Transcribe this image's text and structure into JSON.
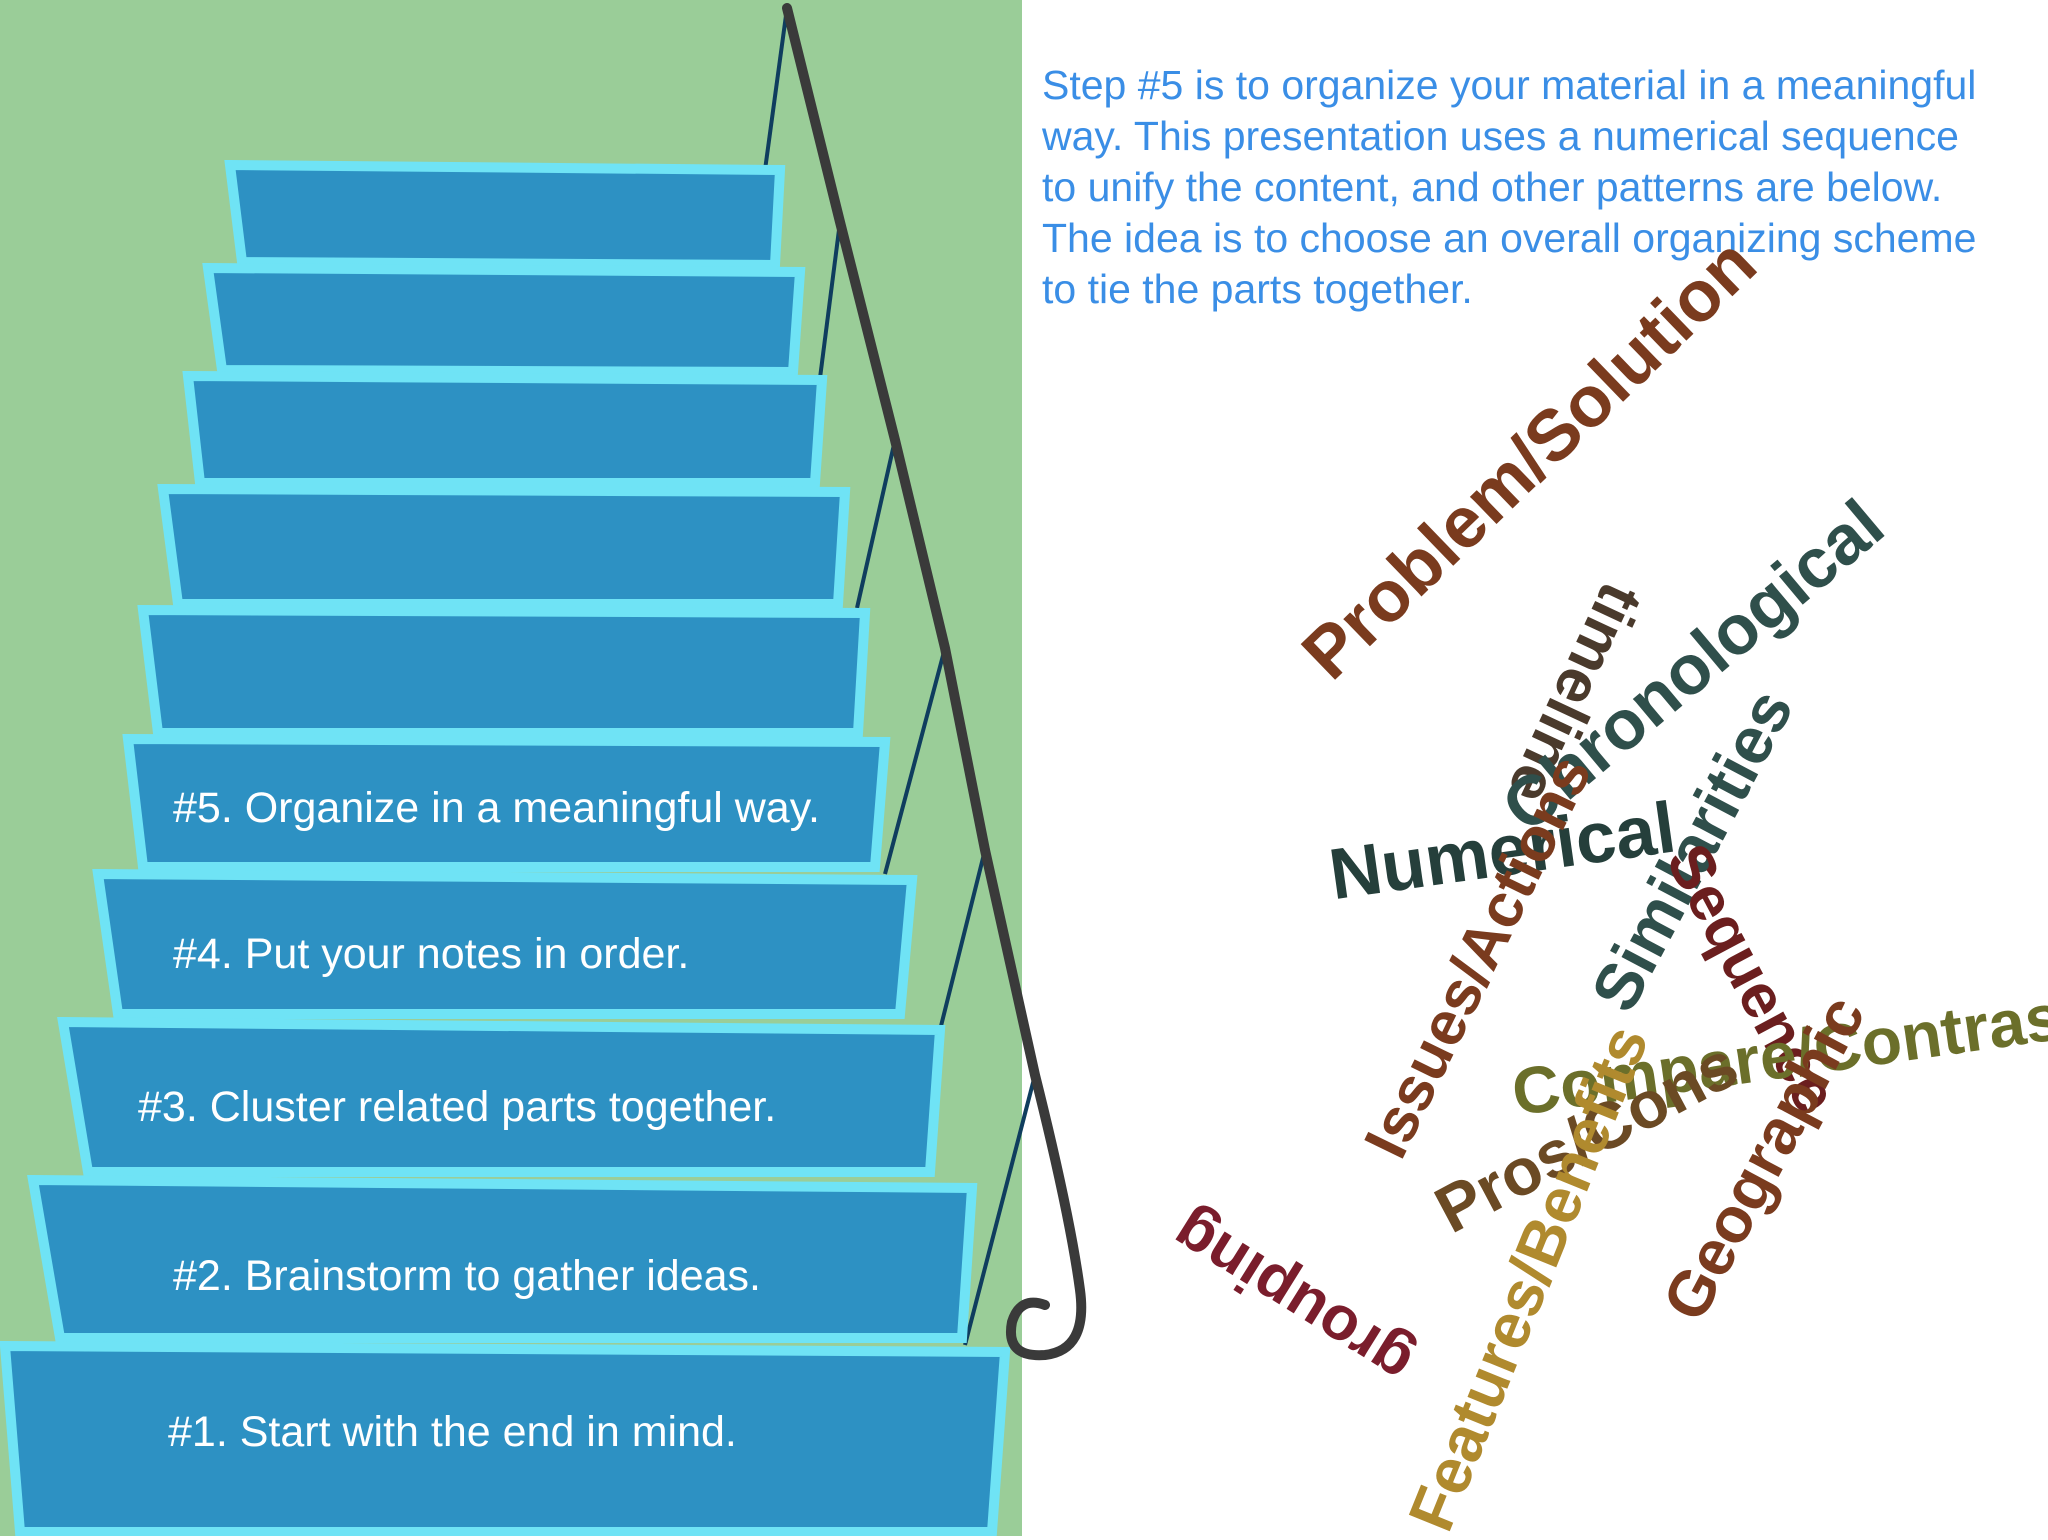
{
  "colors": {
    "wall": "#9acd98",
    "step_fill": "#2d91c3",
    "step_edge": "#6fe3f5",
    "rail": "#3a3a3a",
    "balusters": "#0f3d5e",
    "intro_text": "#3a8ee6"
  },
  "staircase": {
    "steps": [
      {
        "label": "#1. Start with the end in mind."
      },
      {
        "label": "#2. Brainstorm to gather ideas."
      },
      {
        "label": "#3. Cluster related parts together."
      },
      {
        "label": "#4. Put your notes in order."
      },
      {
        "label": "#5. Organize in a meaningful way."
      }
    ]
  },
  "intro": {
    "text": "Step #5 is to organize your material in a meaningful way. This presentation uses a numerical sequence to unify the content, and other patterns are below. The idea is to choose an overall organizing scheme to tie the parts together."
  },
  "word_cloud": {
    "words": [
      {
        "text": "Problem/Solution",
        "color": "#7a3b1e"
      },
      {
        "text": "timeline",
        "color": "#4a3a2c"
      },
      {
        "text": "Chronological",
        "color": "#2f4f4b"
      },
      {
        "text": "Numerical",
        "color": "#253f3b"
      },
      {
        "text": "Similarities",
        "color": "#2f4f4b"
      },
      {
        "text": "Sequence",
        "color": "#6b1e1e"
      },
      {
        "text": "Issues/Actions",
        "color": "#7a3b1e"
      },
      {
        "text": "Compare/Contrast",
        "color": "#6b6f2a"
      },
      {
        "text": "Pros/Cons",
        "color": "#6b4a24"
      },
      {
        "text": "Geographic",
        "color": "#7a3b1e"
      },
      {
        "text": "grouping",
        "color": "#7a1d2c"
      },
      {
        "text": "Features/Benefits",
        "color": "#b08a2e"
      }
    ]
  }
}
